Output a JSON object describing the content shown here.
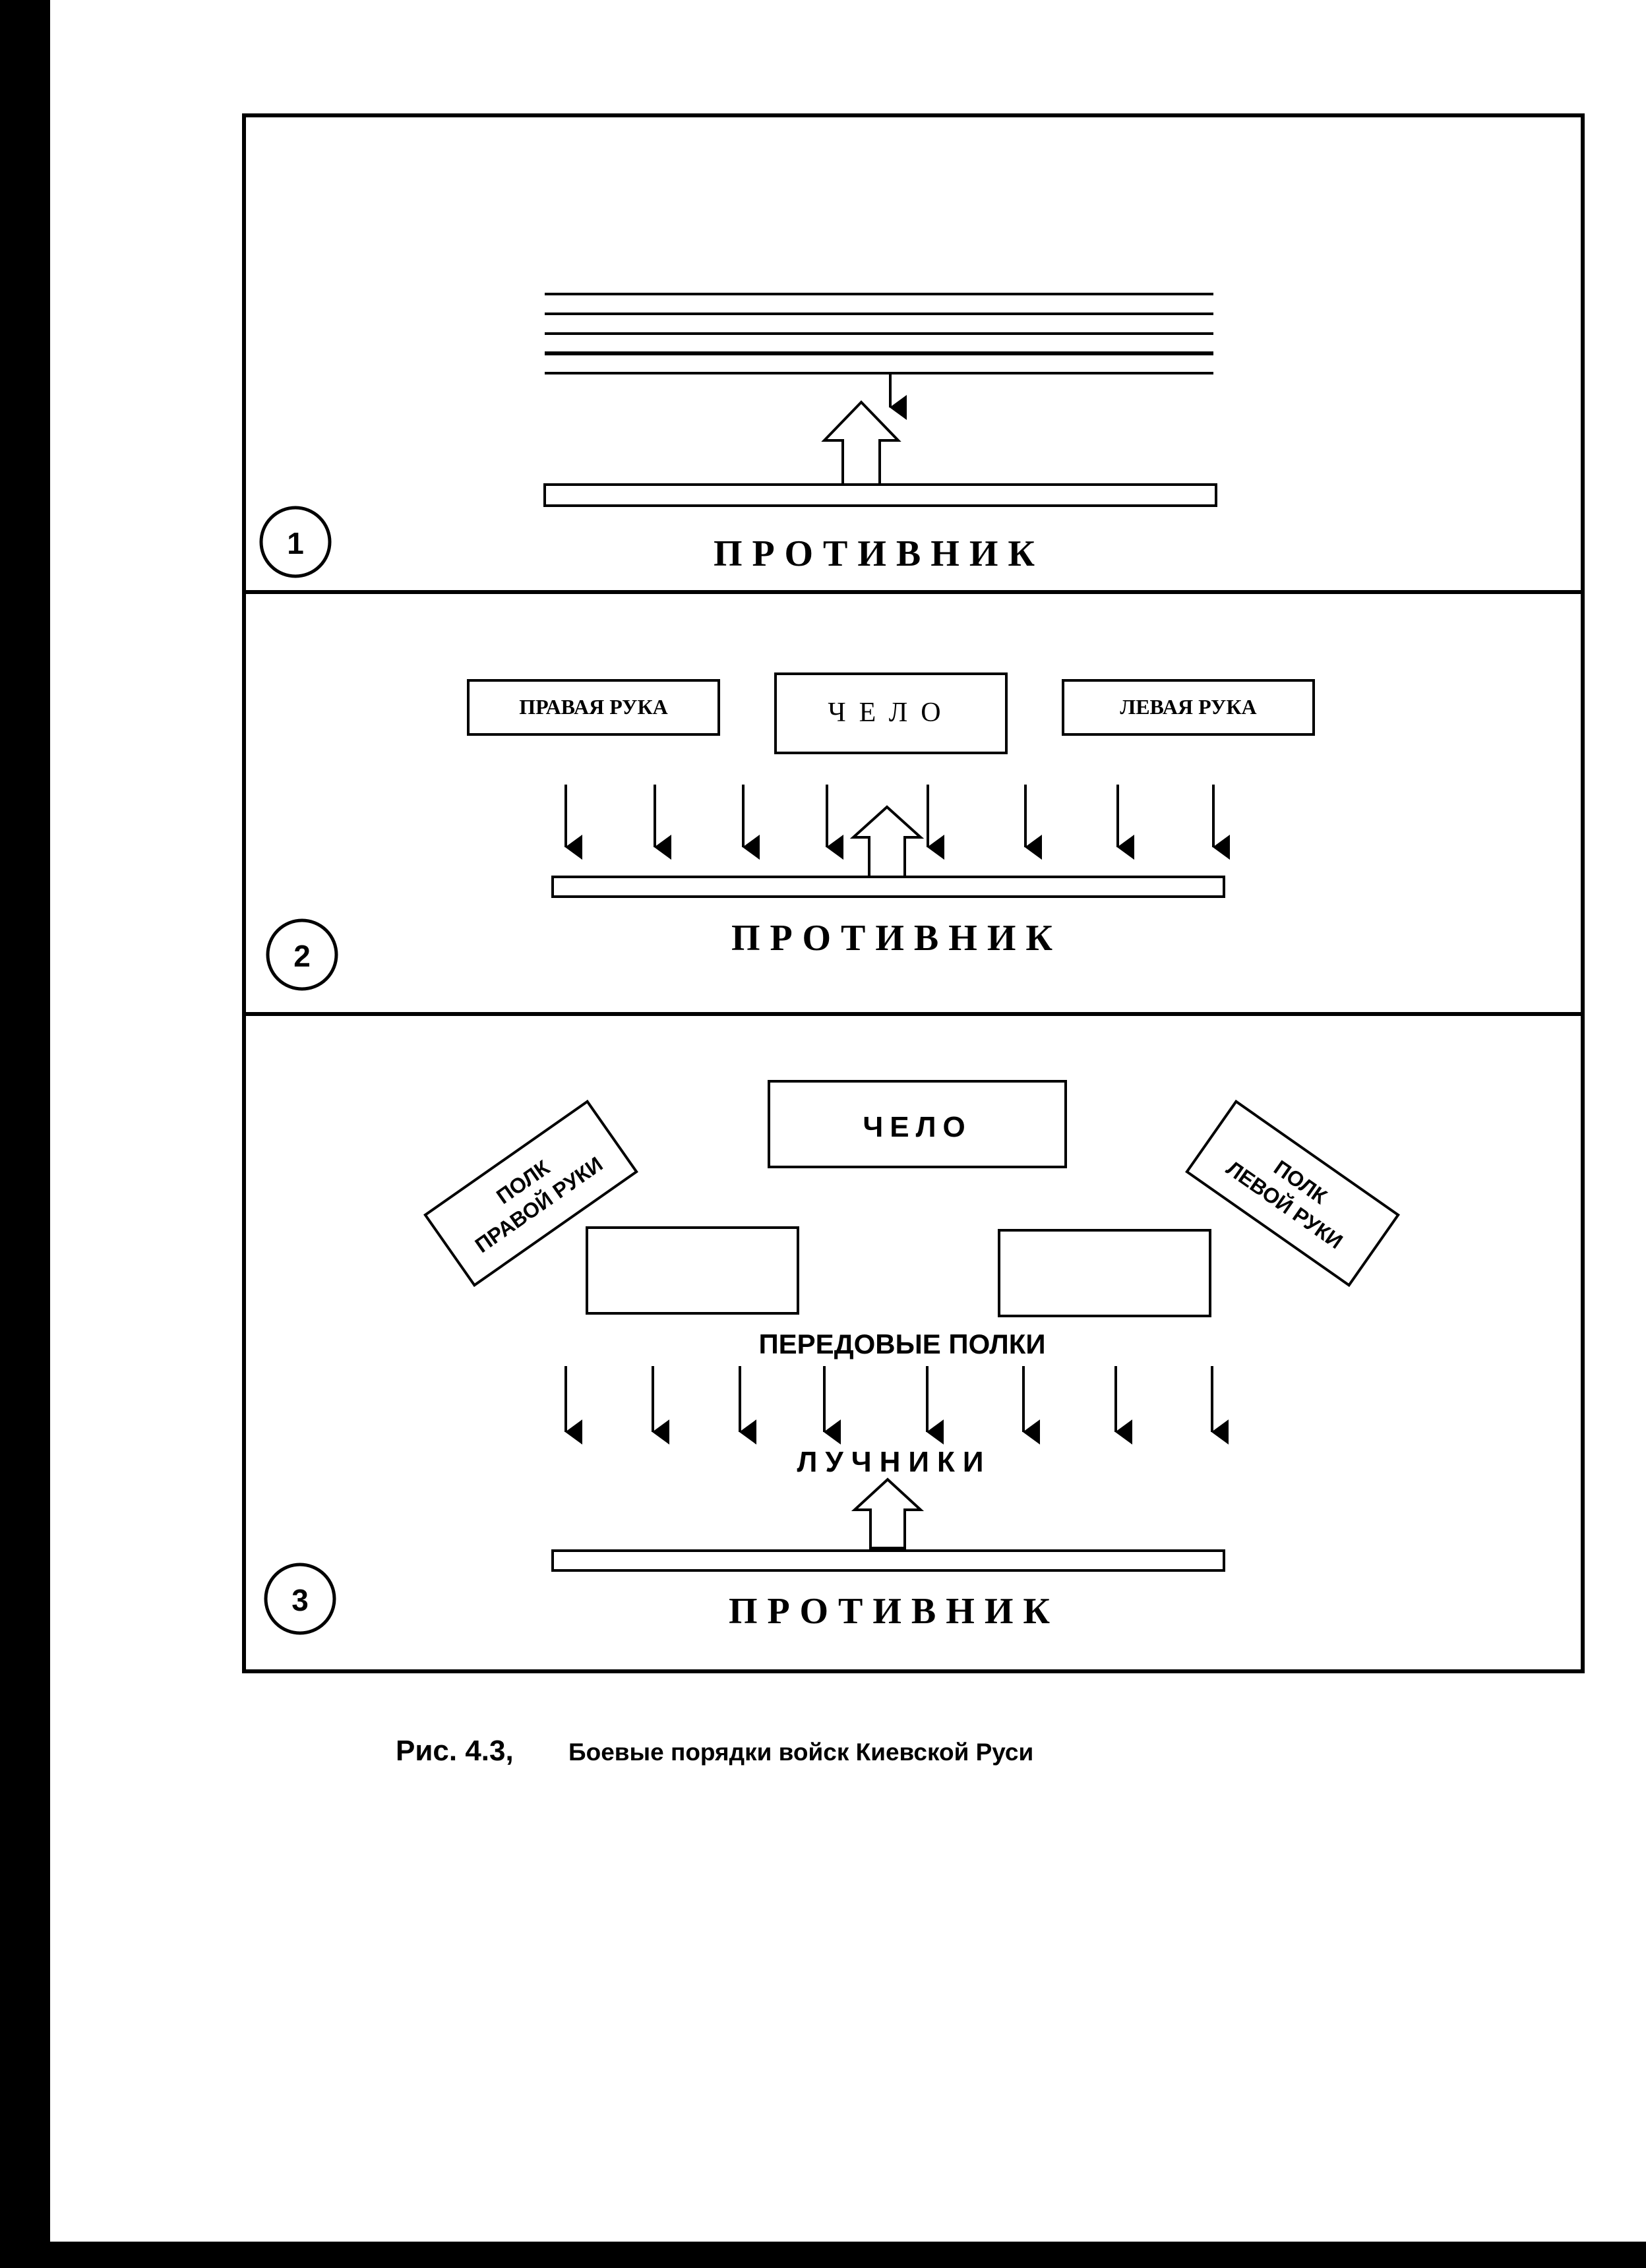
{
  "diagram": {
    "enemy_label": "ПРОТИВНИК",
    "panel1": {
      "number": "1"
    },
    "panel2": {
      "number": "2",
      "right_hand": "ПРАВАЯ РУКА",
      "center": "ЧЕЛО",
      "left_hand": "ЛЕВАЯ РУКА"
    },
    "panel3": {
      "number": "3",
      "center": "ЧЕЛО",
      "right_regiment_line1": "ПОЛК",
      "right_regiment_line2": "ПРАВОЙ РУКИ",
      "left_regiment_line1": "ПОЛК",
      "left_regiment_line2": "ЛЕВОЙ РУКИ",
      "vanguard": "ПЕРЕДОВЫЕ ПОЛКИ",
      "archers": "ЛУЧНИКИ"
    }
  },
  "caption": {
    "figure_number": "Рис. 4.3,",
    "text": "Боевые порядки войск Киевской Руси"
  }
}
